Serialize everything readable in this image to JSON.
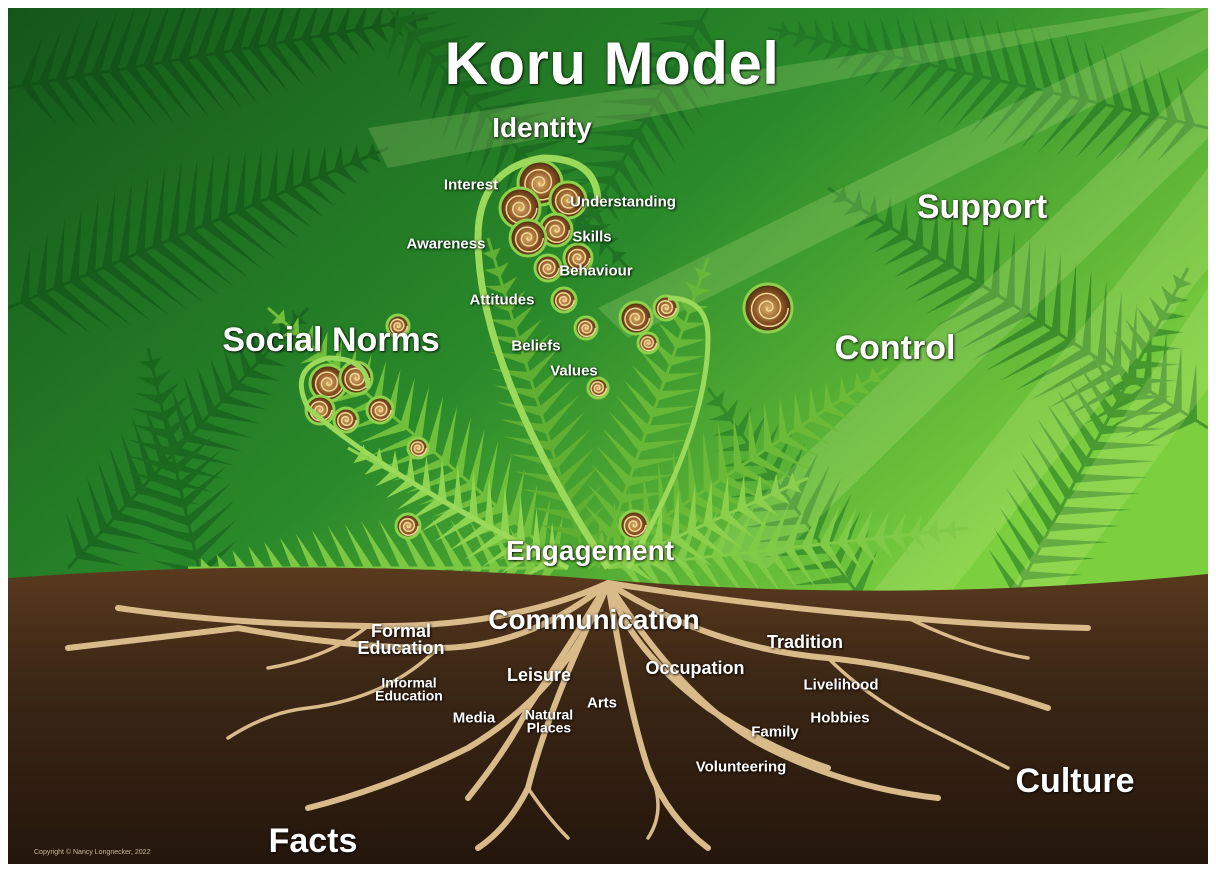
{
  "title": "Koru Model",
  "colors": {
    "forest_dark": "#145a1a",
    "forest_mid": "#2e8b2a",
    "frond_light": "#8ed14a",
    "light_ray": "#d9f58a",
    "soil": "#3a2414",
    "soil_top": "#5b3a1f",
    "root": "#d9bb8a",
    "koru_shell": "#7a4a1f"
  },
  "labels": {
    "identity": "Identity",
    "interest": "Interest",
    "understanding": "Understanding",
    "awareness": "Awareness",
    "skills": "Skills",
    "behaviour": "Behaviour",
    "attitudes": "Attitudes",
    "beliefs": "Beliefs",
    "values": "Values",
    "social_norms": "Social Norms",
    "support": "Support",
    "control": "Control",
    "engagement": "Engagement",
    "communication": "Communication",
    "formal_education": "Formal\nEducation",
    "informal_education": "Informal\nEducation",
    "leisure": "Leisure",
    "occupation": "Occupation",
    "tradition": "Tradition",
    "livelihood": "Livelihood",
    "hobbies": "Hobbies",
    "family": "Family",
    "arts": "Arts",
    "media": "Media",
    "natural_places": "Natural\nPlaces",
    "volunteering": "Volunteering",
    "culture": "Culture",
    "facts": "Facts"
  },
  "copyright": "Copyright © Nancy Longnecker, 2022"
}
